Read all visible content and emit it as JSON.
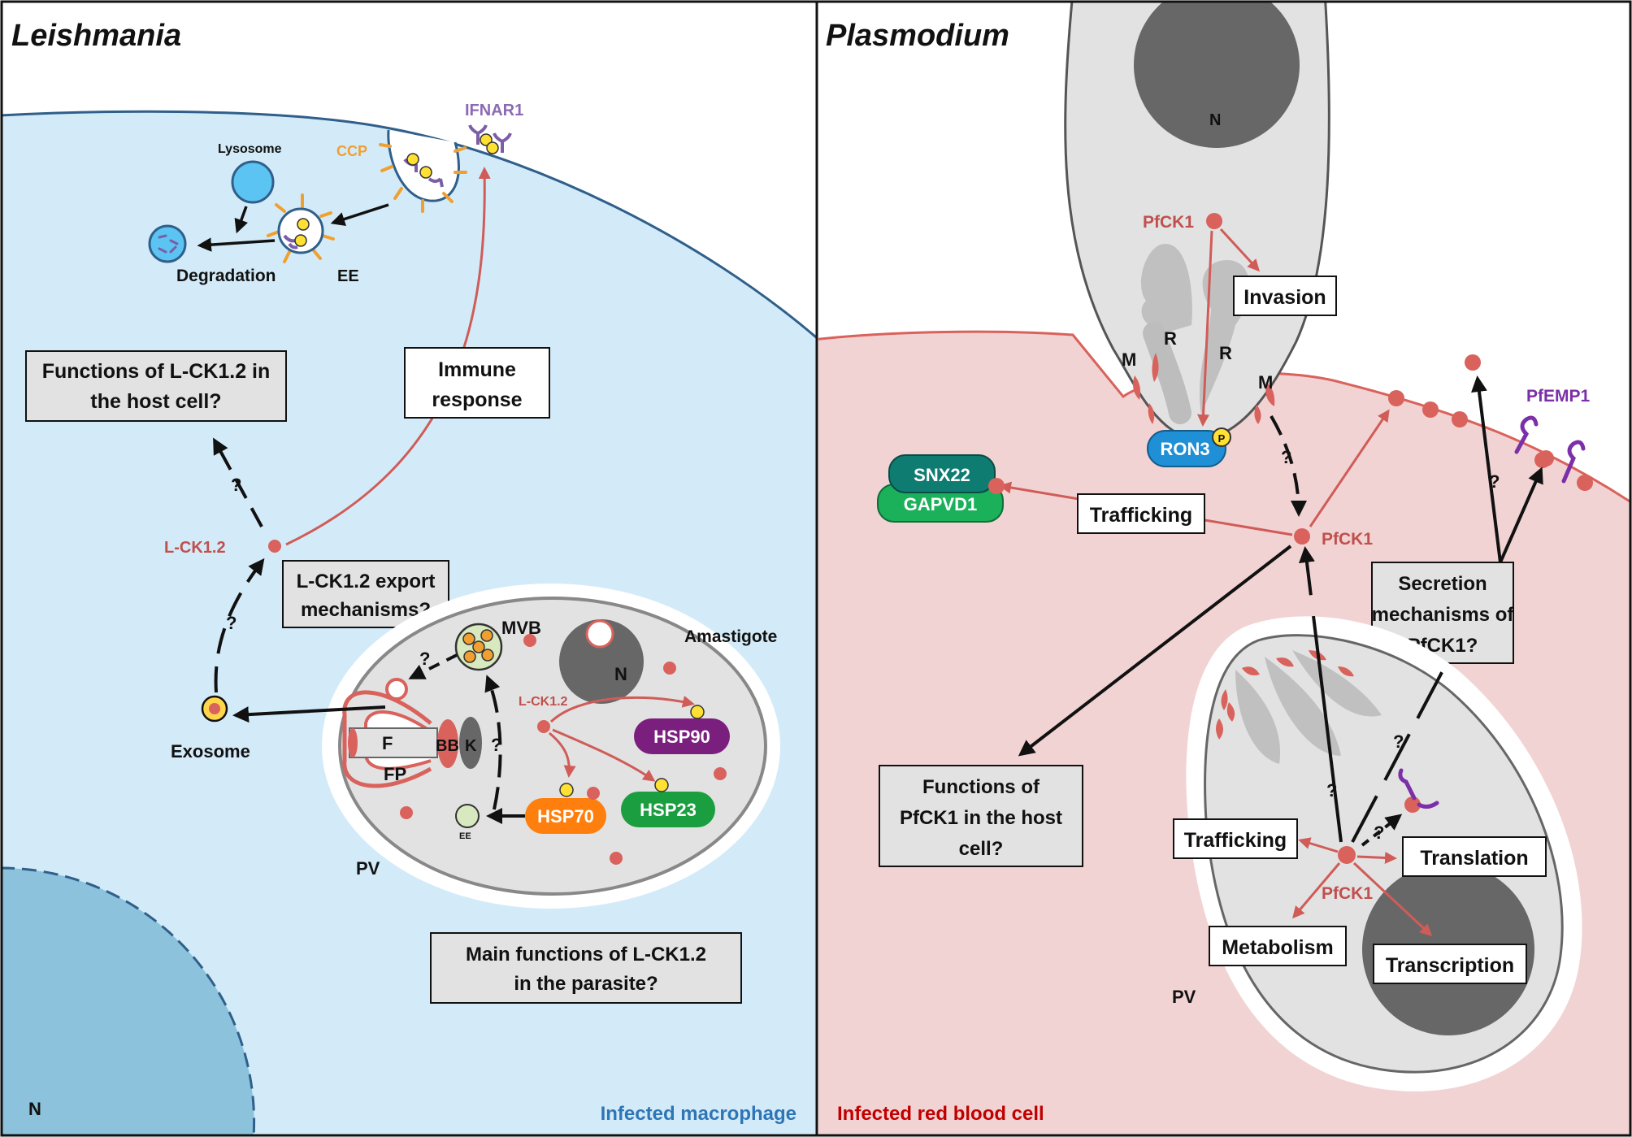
{
  "panels": {
    "left": {
      "title": "Leishmania",
      "caption": "Infected macrophage",
      "caption_color": "#2e75b6"
    },
    "right": {
      "title": "Plasmodium",
      "caption": "Infected red blood cell",
      "caption_color": "#c00000"
    }
  },
  "colors": {
    "kinase": "#d9625c",
    "macrophage_fill": "#d3ebf8",
    "rbc_fill": "#f2d3d3",
    "parasite_fill": "#e2e2e2",
    "nucleus_dark": "#676767",
    "arrow_red": "#d05c58"
  },
  "left": {
    "ifnar1": "IFNAR1",
    "ccp": "CCP",
    "lysosome": "Lysosome",
    "degradation": "Degradation",
    "ee": "EE",
    "phospho": "P",
    "q_box1": [
      "Functions of L-CK1.2 in",
      "the host cell?"
    ],
    "immune_box": [
      "Immune",
      "response"
    ],
    "export_box": [
      "L-CK1.2 export",
      "mechanisms?"
    ],
    "main_box": [
      "Main functions of L-CK1.2",
      "in the parasite?"
    ],
    "lck_label": "L-CK1.2",
    "lck_inner": "L-CK1.2",
    "question": "?",
    "exosome": "Exosome",
    "mvb": "MVB",
    "amastigote": "Amastigote",
    "nucleus": "N",
    "flagellum": "F",
    "flagellar_pocket": "FP",
    "basal_body": "BB",
    "kinetoplast": "K",
    "ee_small": "EE",
    "pv": "PV",
    "host_nucleus": "N",
    "hsp90": "HSP90",
    "hsp70": "HSP70",
    "hsp23": "HSP23"
  },
  "right": {
    "nucleus": "N",
    "pfck1": "PfCK1",
    "invasion": "Invasion",
    "m": "M",
    "r": "R",
    "ron3": "RON3",
    "snx22": "SNX22",
    "gapvd1": "GAPVD1",
    "trafficking": "Trafficking",
    "pfemp1": "PfEMP1",
    "secretion_box": [
      "Secretion",
      "mechanisms of",
      "PfCK1?"
    ],
    "functions_box": [
      "Functions of",
      "PfCK1 in the host",
      "cell?"
    ],
    "translation": "Translation",
    "metabolism": "Metabolism",
    "transcription": "Transcription",
    "pv": "PV",
    "question": "?"
  }
}
